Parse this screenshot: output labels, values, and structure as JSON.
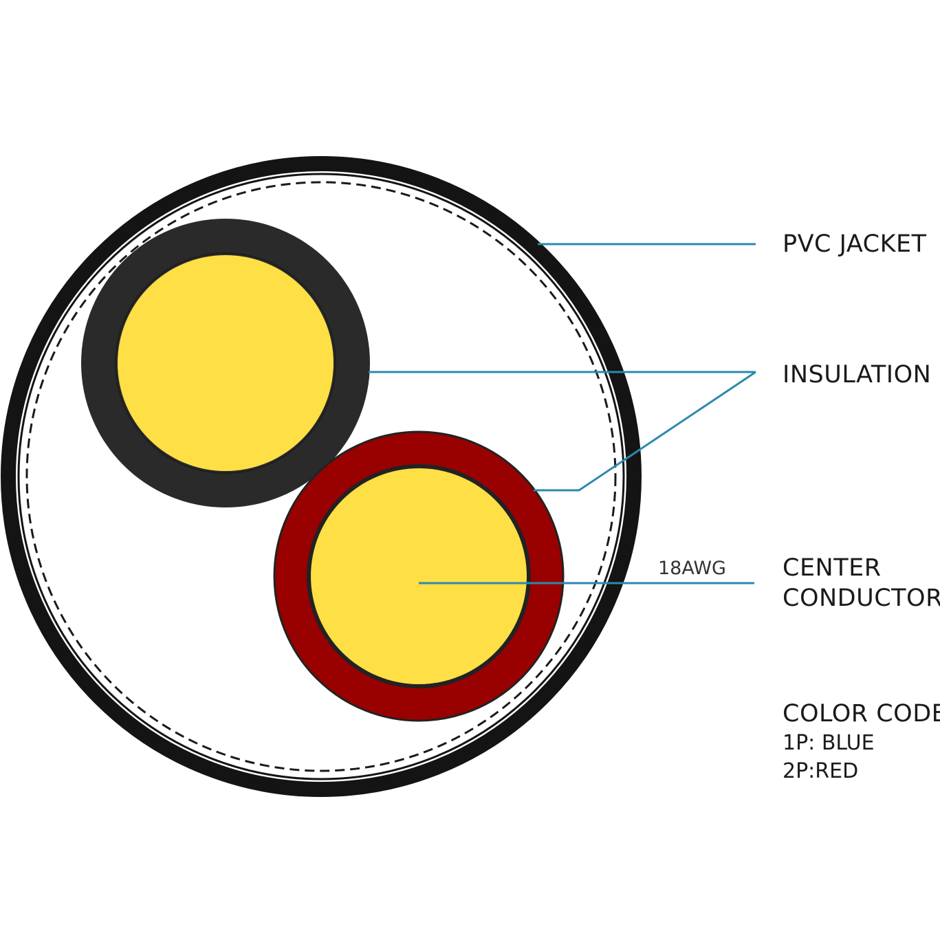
{
  "colors": {
    "jacket": "#141414",
    "shield_dash": "#1a1a1a",
    "insulation_black": "#2a2a2a",
    "insulation_red": "#990000",
    "conductor": "#ffdf46",
    "leader_line": "#2b8aad",
    "background": "#ffffff"
  },
  "labels": {
    "pvc_jacket": "PVC JACKET",
    "insulation": "INSULATION",
    "center_line1": "CENTER",
    "center_line2": "CONDUCTOR",
    "gauge": "18AWG",
    "color_code_title": "COLOR CODE",
    "color_code_1": "1P: BLUE",
    "color_code_2": "2P:RED"
  }
}
